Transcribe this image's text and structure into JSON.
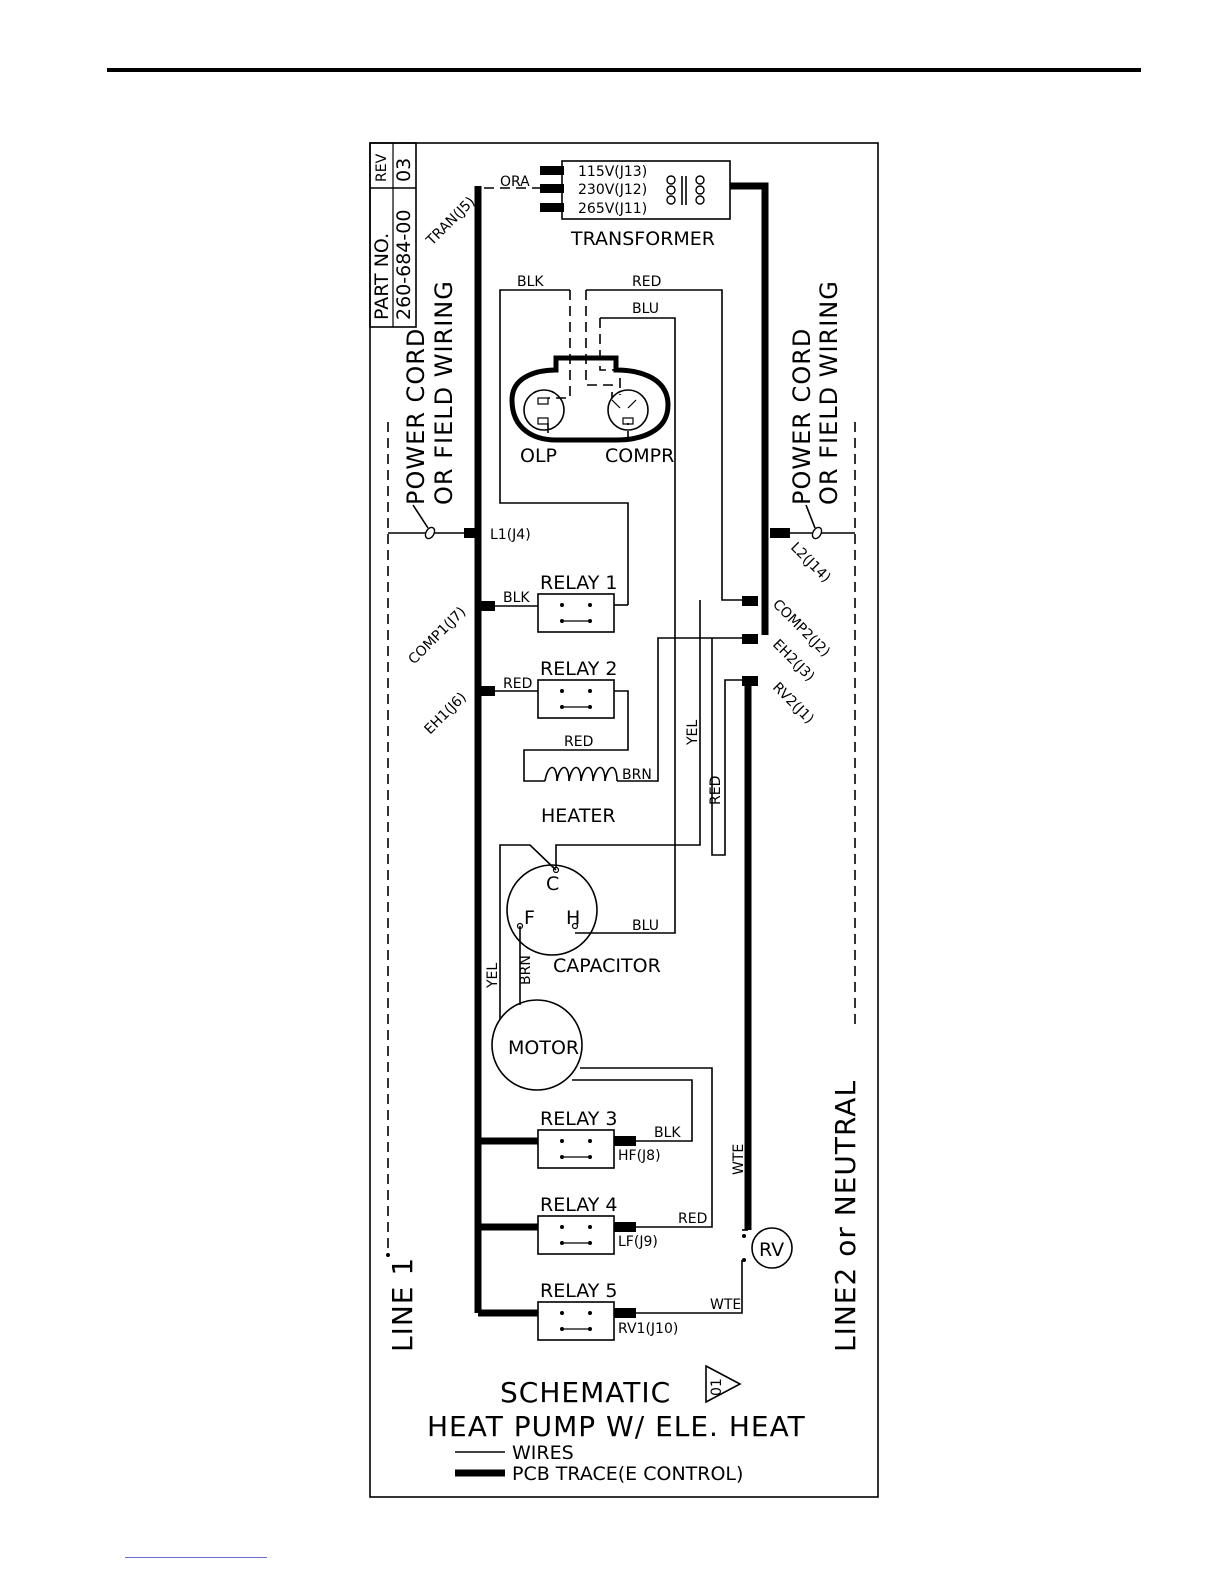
{
  "title_block": {
    "part_no_label": "PART NO.",
    "part_no": "260-684-00",
    "rev_label": "REV",
    "rev": "03"
  },
  "transformer": {
    "name": "TRANSFORMER",
    "taps": [
      "115V(J13)",
      "230V(J12)",
      "265V(J11)"
    ],
    "wire": "ORA",
    "connector": "TRAN(J5)"
  },
  "compressor": {
    "olp": "OLP",
    "compr": "COMPR",
    "wires": {
      "blk": "BLK",
      "red": "RED",
      "blu": "BLU"
    }
  },
  "power": {
    "left_label": [
      "POWER CORD",
      "OR FIELD WIRING"
    ],
    "right_label": [
      "POWER CORD",
      "OR FIELD WIRING"
    ],
    "line1": "LINE 1",
    "line2": "LINE2 or NEUTRAL",
    "l1": "L1(J4)",
    "l2": "L2(J14)"
  },
  "connectors": {
    "comp1": "COMP1(J7)",
    "eh1": "EH1(J6)",
    "comp2": "COMP2(J2)",
    "eh2": "EH2(J3)",
    "rv2": "RV2(J1)",
    "hf": "HF(J8)",
    "lf": "LF(J9)",
    "rv1": "RV1(J10)"
  },
  "relays": [
    {
      "name": "RELAY 1",
      "wire": "BLK"
    },
    {
      "name": "RELAY 2",
      "wire": "RED"
    },
    {
      "name": "RELAY 3",
      "wire": "BLK"
    },
    {
      "name": "RELAY 4",
      "wire": "RED"
    },
    {
      "name": "RELAY 5",
      "wire": "WTE"
    }
  ],
  "heater": {
    "name": "HEATER",
    "wire_top": "RED",
    "wire_right": "BRN"
  },
  "capacitor": {
    "name": "CAPACITOR",
    "c": "C",
    "f": "F",
    "h": "H",
    "wire_blu": "BLU"
  },
  "vertical_wires": {
    "yel": "YEL",
    "red": "RED",
    "yel2": "YEL",
    "brn": "BRN",
    "wte": "WTE"
  },
  "motor": {
    "name": "MOTOR"
  },
  "rv": {
    "name": "RV"
  },
  "caption": {
    "title": "SCHEMATIC",
    "rev_flag": "01",
    "subtitle": "HEAT PUMP W/ ELE. HEAT"
  },
  "legend": [
    {
      "label": "WIRES"
    },
    {
      "label": "PCB TRACE(E CONTROL)"
    }
  ]
}
